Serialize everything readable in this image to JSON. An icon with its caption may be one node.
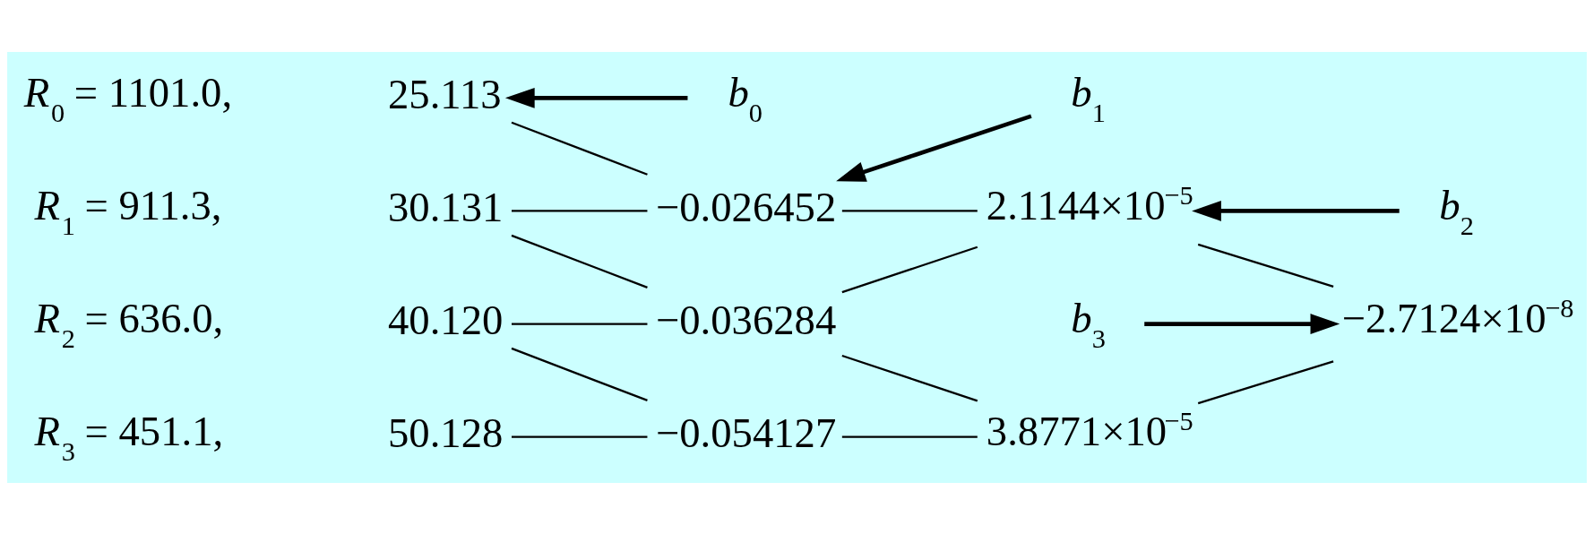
{
  "diagram": {
    "nodes": [
      {
        "text": [
          "25.113"
        ]
      },
      {
        "text": [
          "30.131"
        ]
      },
      {
        "text": [
          "40.120"
        ]
      },
      {
        "text": [
          "50.128"
        ]
      },
      {
        "text": [
          "−0.026452"
        ]
      },
      {
        "text": [
          "−0.036284"
        ]
      },
      {
        "text": [
          "−0.054127"
        ]
      },
      {
        "text": [
          "2.1144×10$^{−5}$"
        ]
      },
      {
        "text": [
          "3.8771×10$^{−5}$"
        ]
      },
      {
        "text": [
          "−2.7124×10$^{−8}$"
        ]
      },
      {
        "text": [
          "*b*$_{0}$"
        ]
      },
      {
        "text": [
          "*b*$_{1}$"
        ]
      },
      {
        "text": [
          "*b*$_{2}$"
        ]
      },
      {
        "text": [
          "*b*$_{3}$"
        ]
      }
    ],
    "edges": [
      {
        "from": 10,
        "to": 0,
        "arrow": "to"
      },
      {
        "from": 0,
        "to": 4,
        "arrow": "none"
      },
      {
        "from": 11,
        "to": 4,
        "arrow": "to"
      },
      {
        "from": 1,
        "to": 4,
        "arrow": "none"
      },
      {
        "from": 1,
        "to": 5,
        "arrow": "none"
      },
      {
        "from": 2,
        "to": 5,
        "arrow": "none"
      },
      {
        "from": 2,
        "to": 6,
        "arrow": "none"
      },
      {
        "from": 3,
        "to": 6,
        "arrow": "none"
      },
      {
        "from": 4,
        "to": 7,
        "arrow": "none"
      },
      {
        "from": 5,
        "to": 7,
        "arrow": "none"
      },
      {
        "from": 12,
        "to": 7,
        "arrow": "to"
      },
      {
        "from": 5,
        "to": 8,
        "arrow": "none"
      },
      {
        "from": 6,
        "to": 8,
        "arrow": "none"
      },
      {
        "from": 7,
        "to": 9,
        "arrow": "none"
      },
      {
        "from": 8,
        "to": 9,
        "arrow": "none"
      },
      {
        "from": 13,
        "to": 9,
        "arrow": "to"
      }
    ],
    "labels": [
      "*R*$_{0}$ = 1101.0,",
      "*R*$_{1}$ = 911.3,",
      "*R*$_{2}$ = 636.0,",
      "*R*$_{3}$ = 451.1,"
    ]
  }
}
